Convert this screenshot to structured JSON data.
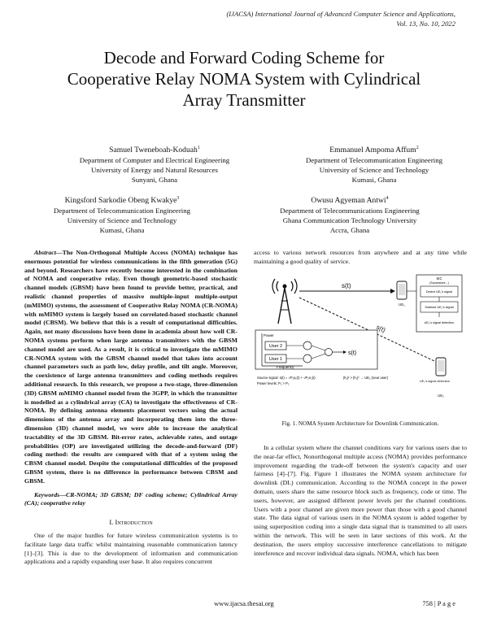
{
  "header": {
    "journal_line1": "(IJACSA) International Journal of Advanced Computer Science and Applications,",
    "journal_line2": "Vol. 13, No. 10, 2022"
  },
  "title": {
    "line1": "Decode and Forward Coding Scheme for",
    "line2": "Cooperative Relay NOMA System with Cylindrical",
    "line3": "Array Transmitter"
  },
  "authors": [
    {
      "name": "Samuel Tweneboah-Koduah",
      "sup": "1",
      "lines": [
        "Department of Computer and Electrical Engineering",
        "University of Energy and Natural Resources",
        "Sunyani, Ghana"
      ]
    },
    {
      "name": "Emmanuel Ampoma Affum",
      "sup": "2",
      "lines": [
        "Department of Telecommunication Engineering",
        "University of Science and Technology",
        "Kumasi, Ghana"
      ]
    },
    {
      "name": "Kingsford Sarkodie Obeng Kwakye",
      "sup": "3",
      "lines": [
        "Department of Telecommunication Engineering",
        "University of Science and Technology",
        "Kumasi, Ghana"
      ]
    },
    {
      "name": "Owusu Agyeman Antwi",
      "sup": "4",
      "lines": [
        "Department of Telecommunications Engineering",
        "Ghana Communication Technology University",
        "Accra, Ghana"
      ]
    }
  ],
  "abstract": {
    "label": "Abstract—",
    "text": "The Non-Orthogonal Multiple Access (NOMA) technique has enormous potential for wireless communications in the fifth generation (5G) and beyond. Researchers have recently become interested in the combination of NOMA and cooperative relay. Even though geometric-based stochastic channel models (GBSM) have been found to provide better, practical, and realistic channel properties of massive multiple-input multiple-output (mMIMO) systems, the assessment of Cooperative Relay NOMA (CR-NOMA) with mMIMO system is largely based on correlated-based stochastic channel model (CBSM). We believe that this is a result of computational difficulties. Again, not many discussions have been done in academia about how well CR-NOMA systems perform when large antenna transmitters with the GBSM channel model are used. As a result, it is critical to investigate the mMIMO CR-NOMA system with the GBSM channel model that takes into account channel parameters such as path low, delay profile, and tilt angle. Moreover, the coexistence of large antenna transmitters and coding methods requires additional research. In this research, we propose a two-stage, three-dimension (3D) GBSM mMIMO channel model from the 3GPP, in which the transmitter is modelled as a cylindrical array (CA) to investigate the effectiveness of CR-NOMA. By defining antenna elements placement vectors using the actual dimensions of the antenna array and incorporating them into the three-dimension (3D) channel model, we were able to increase the analytical tractability of the 3D GBSM. Bit-error rates, achievable rates, and outage probabilities (OP) are investigated utilizing the decode-and-forward (DF) coding method: the results are compared with that of a system using the CBSM channel model. Despite the computational difficulties of the proposed GBSM system, there is no difference in performance between CBSM and GBSM."
  },
  "keywords": {
    "label": "Keywords—",
    "text": "CR-NOMA; 3D GBSM; DF coding scheme; Cylindrical Array (CA); cooperative relay"
  },
  "section1": {
    "heading": "I. Introduction",
    "text": "One of the major hurdles for future wireless communication systems is to facilitate large data traffic whilst maintaining reasonable communication latency [1]–[3]. This is due to the development of information and communication applications and a rapidly expanding user base. It also requires concurrent"
  },
  "right_col": {
    "para_top": "access to various network resources from anywhere and at any time while maintaining a good quality of service.",
    "para2": "In a cellular system where the channel conditions vary for various users due to the near-far effect, Nonorthogonal multiple access (NOMA) provides performance improvement regarding the trade-off between the system's capacity and user fairness [4]–[7]. Fig. Figure 1 illustrates the NOMA system architecture for downlink (DL) communication. According to the NOMA concept in the power domain, users share the same resource block such as frequency, code or time. The users, however, are assigned different power levels per the channel conditions. Users with a poor channel are given more power than those with a good channel state. The data signal of various users in the NOMA system is added together by using superposition coding into a single data signal that is transmitted to all users within the network. This will be seen in later sections of this work. At the destination, the users employ successive interference cancellations to mitigate interference and recover individual data signals. NOMA, which has been"
  },
  "figure": {
    "caption": "Fig. 1. NOMA System Architecture for Downlink Communication.",
    "label_s1": "s(t)",
    "label_s2": "s(t)",
    "label_ue1": "UE₁",
    "label_ue2": "UE₂",
    "sic_title": "SIC",
    "sic_sub": "(Successive...)",
    "sic_box1": "Detect UE₁'s signal",
    "sic_box2": "Subtract UE₁'s signal",
    "sic_box3": "UE₂'s signal detection",
    "ue2_box": "UE₂'s signal detection",
    "power_label": "Power",
    "freq_label": "Frequency",
    "user2": "User 2",
    "user1": "User 1",
    "st_out": "s(t)",
    "formula1": "Source signal: s(t) = √P₁s₁(t) + √P₂s₂(t)",
    "formula2": "Power levels: P₁ > P₂",
    "formula3": "|h₁|² > |h₂|² → UE₁ (near user)"
  },
  "footer": {
    "url": "www.ijacsa.thesai.org",
    "page": "758 | P a g e"
  }
}
